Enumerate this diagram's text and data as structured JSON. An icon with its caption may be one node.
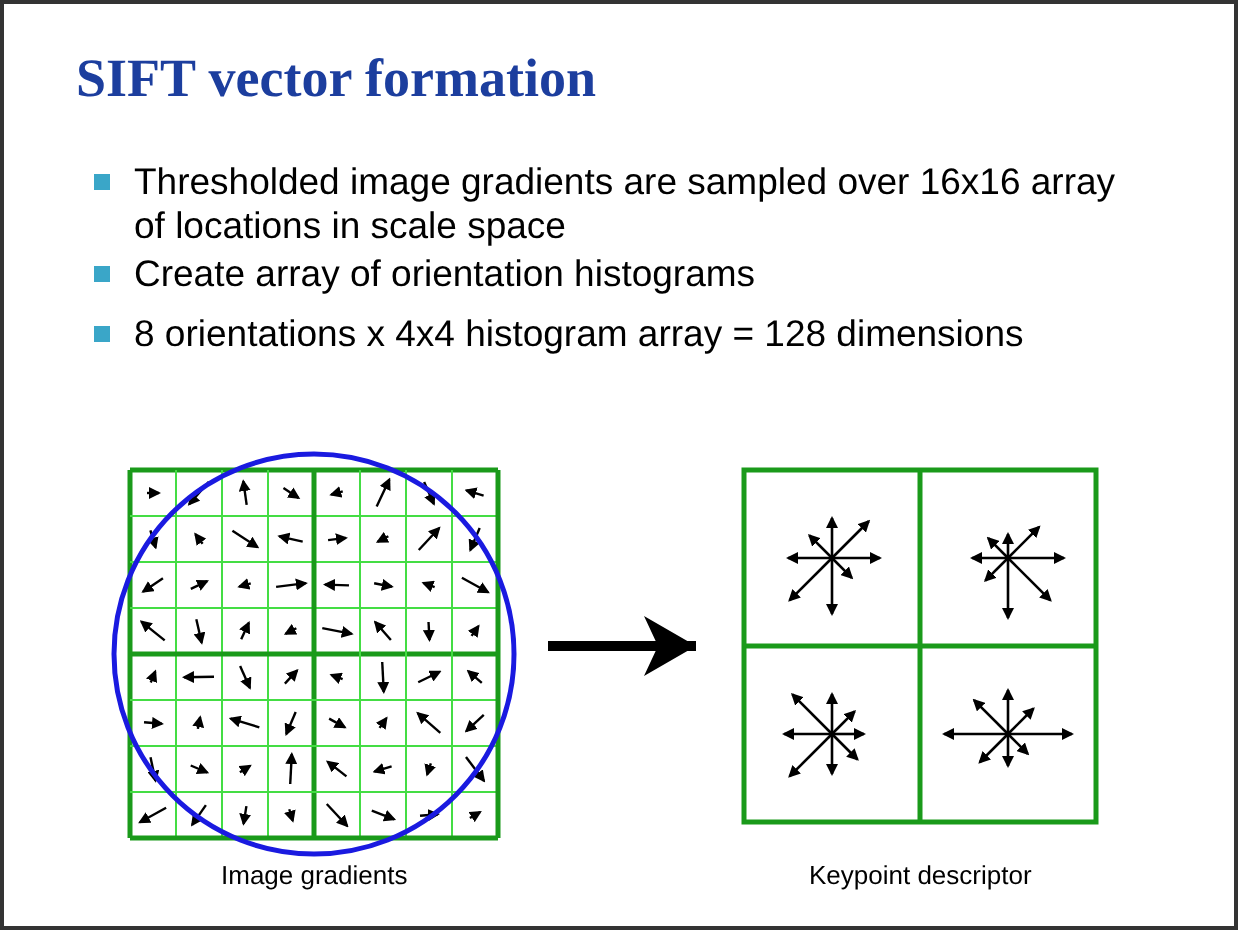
{
  "diagram": {
    "title": "SIFT vector formation",
    "nodes": [
      {
        "text": [
          "Image gradients"
        ]
      },
      {
        "text": [
          "Keypoint descriptor"
        ]
      }
    ],
    "edges": [
      {
        "from": 0,
        "to": 1,
        "arrow": "to"
      }
    ],
    "labels": [
      "Thresholded image gradients are sampled over 16x16 array of locations in scale space",
      "Create array of orientation histograms",
      "8 orientations x 4x4 histogram array = 128 dimensions"
    ]
  }
}
